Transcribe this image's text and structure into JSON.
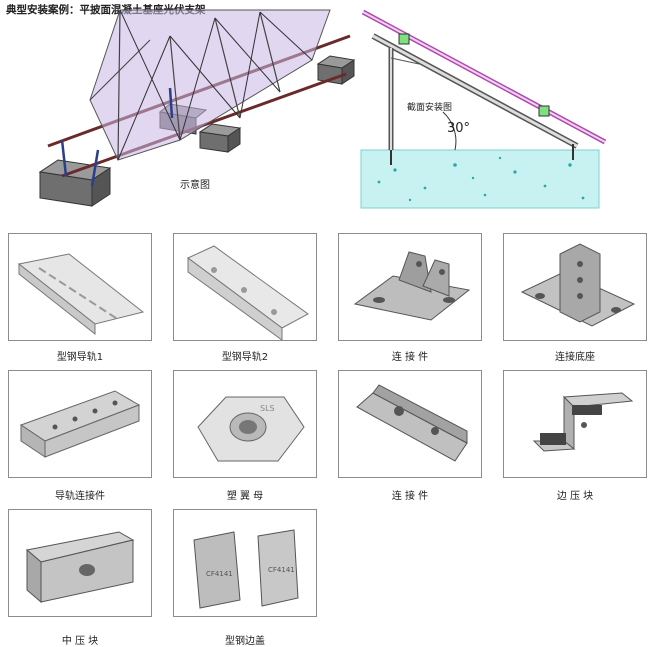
{
  "header": {
    "title": "典型安装案例：平披面混凝土基座光伏支架"
  },
  "diagram": {
    "left_caption": "示意图",
    "right_caption": "截面安装图",
    "angle": "30°"
  },
  "parts": [
    {
      "label": "型钢导轨1"
    },
    {
      "label": "型钢导轨2"
    },
    {
      "label": "连 接 件"
    },
    {
      "label": "连接底座"
    },
    {
      "label": "导轨连接件"
    },
    {
      "label": "塑 翼 母"
    },
    {
      "label": "连 接 件"
    },
    {
      "label": "边 压 块"
    },
    {
      "label": "中 压 块"
    },
    {
      "label": "型钢边盖"
    }
  ],
  "colors": {
    "panel": "#c9b6e4",
    "frame": "#6b2a2a",
    "rail": "#b04ab0",
    "concrete": "#9fe3e3",
    "box_border": "#8c8c8c"
  }
}
